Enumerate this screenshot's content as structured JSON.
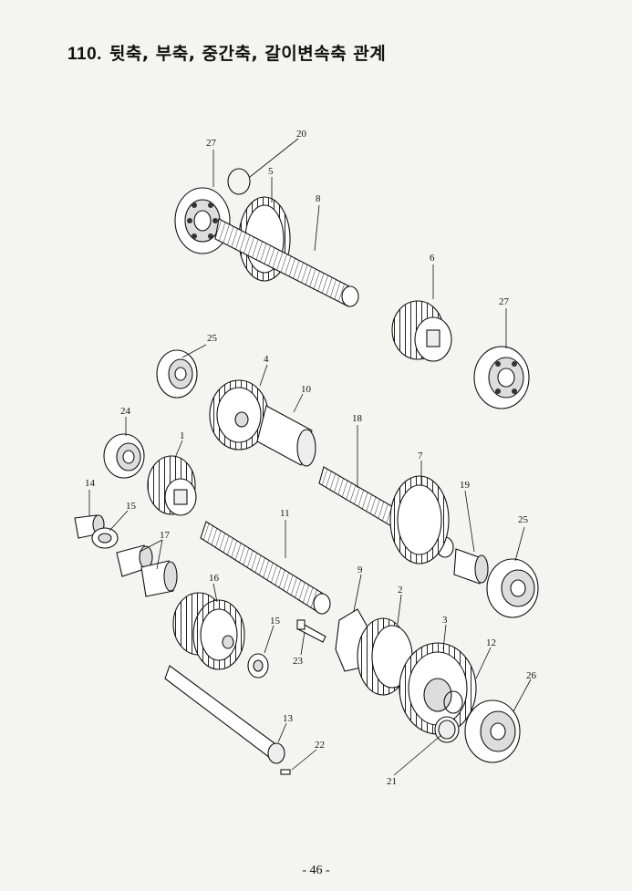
{
  "title": {
    "number": "110.",
    "text": "뒷축, 부축, 중간축, 갈이변속축 관계"
  },
  "footer": {
    "page_number": "- 46 -"
  },
  "callouts": [
    "27",
    "20",
    "5",
    "8",
    "6",
    "27",
    "25",
    "4",
    "10",
    "24",
    "1",
    "18",
    "7",
    "14",
    "15",
    "17",
    "11",
    "19",
    "25",
    "9",
    "16",
    "2",
    "15",
    "3",
    "23",
    "12",
    "26",
    "13",
    "22",
    "21"
  ]
}
